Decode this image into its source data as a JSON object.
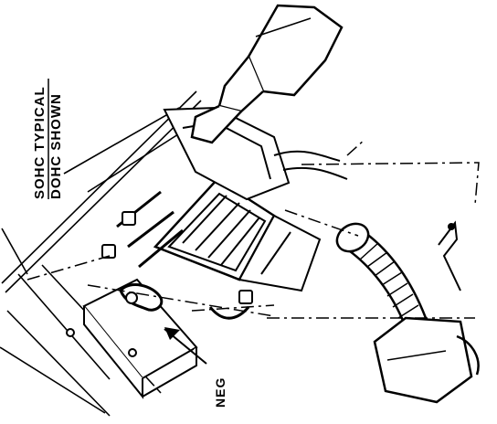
{
  "labels": {
    "dohc": "DOHC SHOWN",
    "sohc": "SOHC TYPICAL",
    "neg": "NEG"
  },
  "colors": {
    "ink": "#000000",
    "paper": "#ffffff"
  }
}
